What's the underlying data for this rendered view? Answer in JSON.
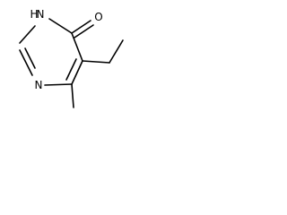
{
  "molecule": {
    "atoms": {
      "n1": "N",
      "n3": "N",
      "h3": "H",
      "o": "O"
    }
  },
  "colors": {
    "bond": "#000000",
    "label": "#000000",
    "background": "#ffffff"
  }
}
